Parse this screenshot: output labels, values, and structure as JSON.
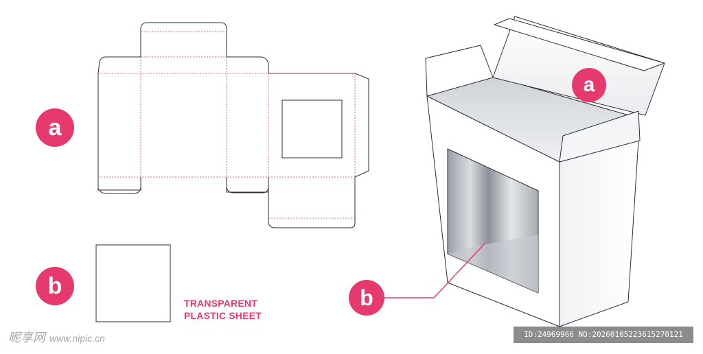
{
  "labels": {
    "a": "a",
    "b": "b"
  },
  "caption": {
    "line1": "TRANSPARENT",
    "line2": "PLASTIC SHEET"
  },
  "watermark": {
    "site": "昵享网",
    "url": "www.nipic.cn",
    "id_text": "ID:24969966 NO:20260105223615270121"
  },
  "colors": {
    "accent": "#e63a6e",
    "dieline": "#2b2b3a",
    "crease": "#e63a6e"
  }
}
